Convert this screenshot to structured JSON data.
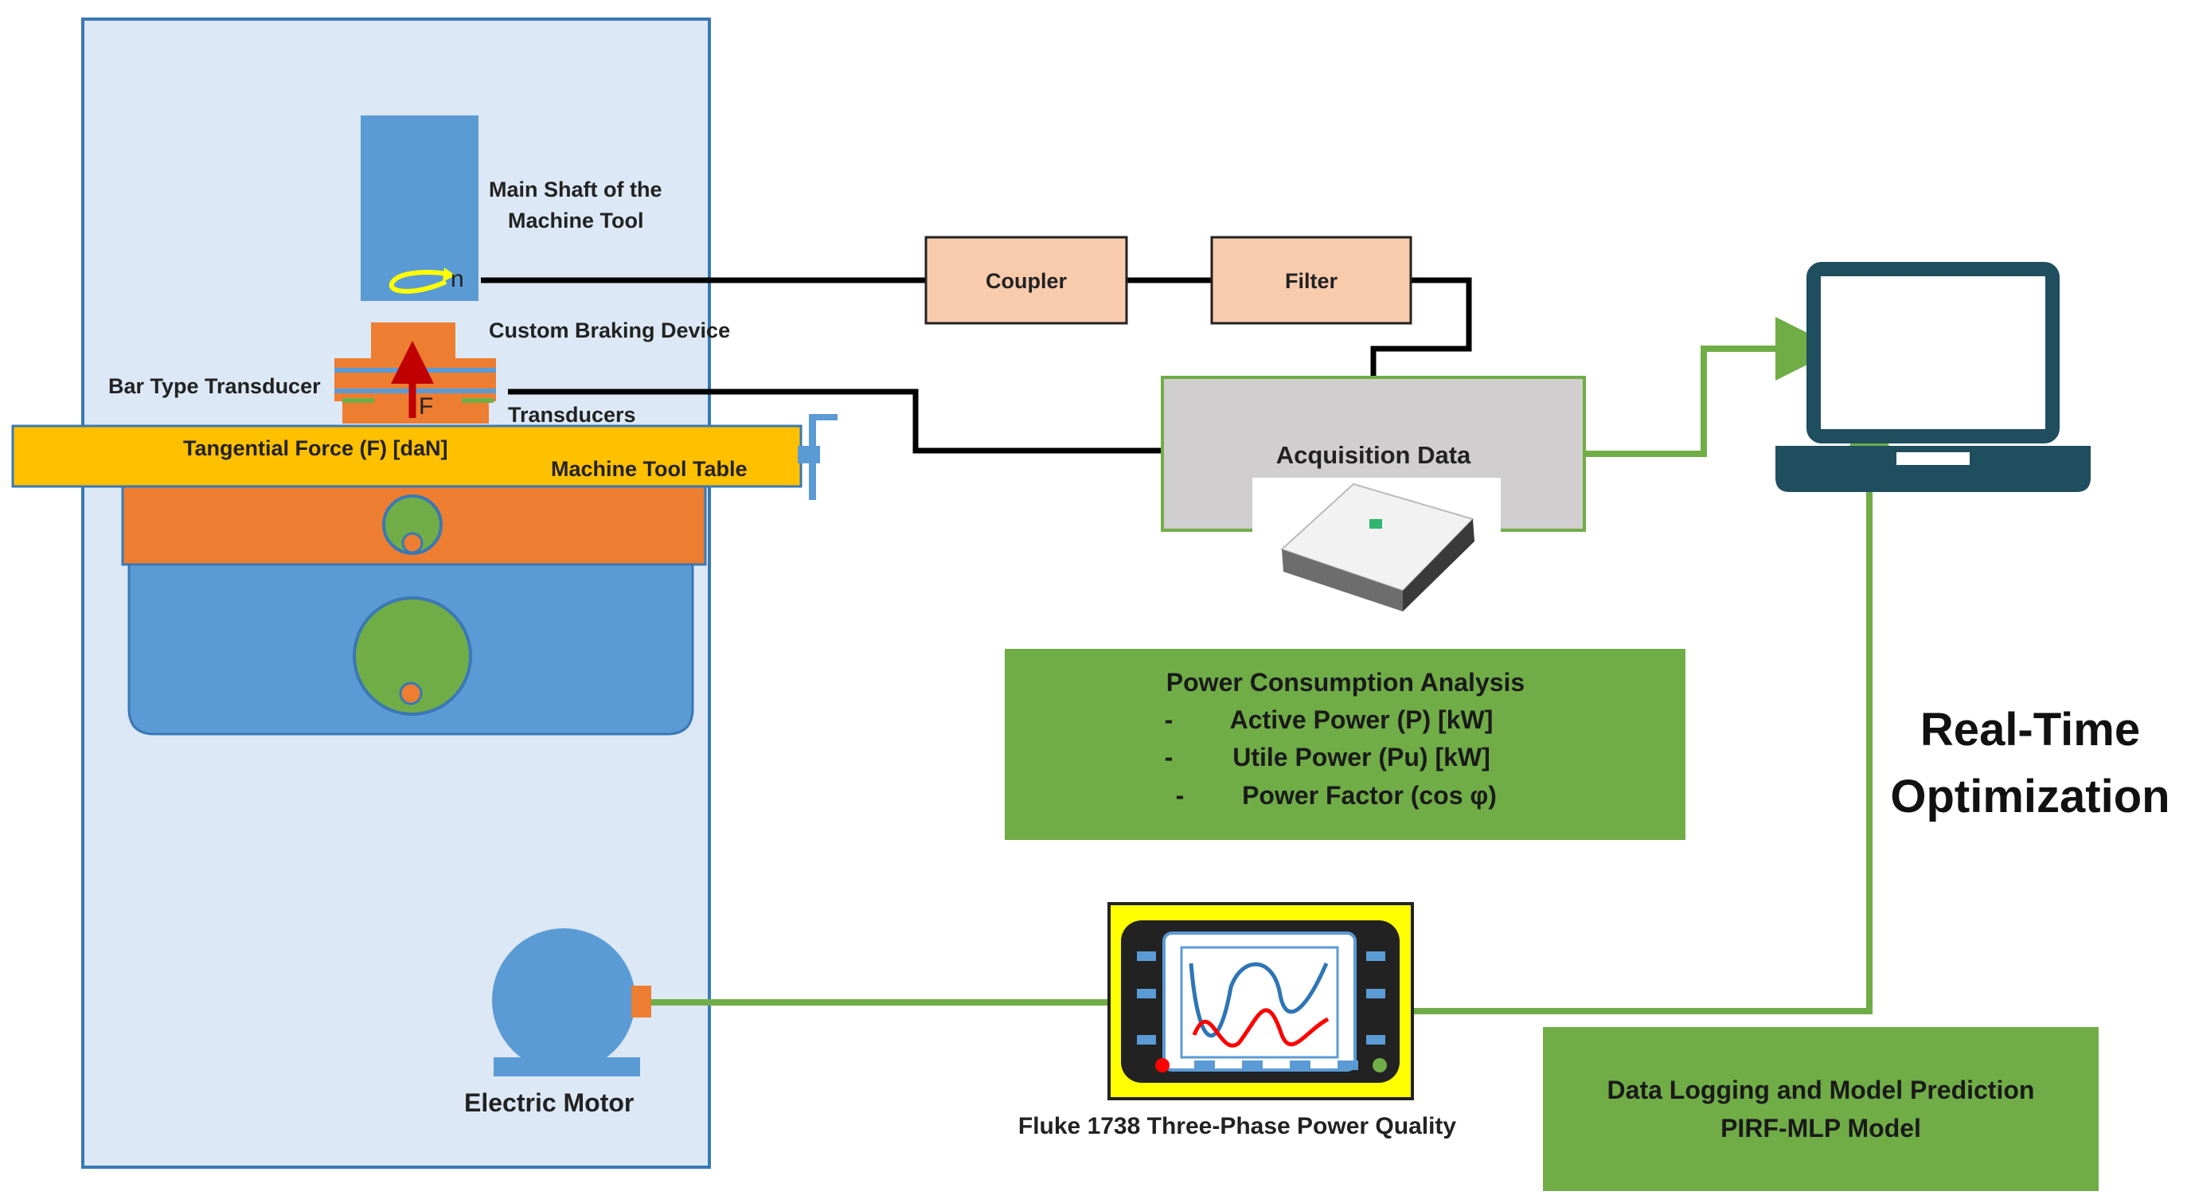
{
  "labels": {
    "main_shaft_line1": "Main Shaft of the",
    "main_shaft_line2": "Machine Tool",
    "speed_symbol": "n",
    "custom_braking": "Custom Braking Device",
    "bar_type_transducer": "Bar Type Transducer",
    "force_symbol": "F",
    "transducers": "Transducers",
    "tangential_force": "Tangential Force (F) [daN]",
    "machine_tool_table": "Machine Tool Table",
    "electric_motor": "Electric Motor",
    "coupler": "Coupler",
    "filter": "Filter",
    "acquisition": "Acquisition Data",
    "fluke": "Fluke 1738 Three-Phase Power Quality",
    "realtime_line1": "Real-Time",
    "realtime_line2": "Optimization"
  },
  "power_analysis": {
    "title": "Power Consumption Analysis",
    "items": [
      {
        "bullet": "-",
        "text": "Active Power (P) [kW]"
      },
      {
        "bullet": "-",
        "text": "Utile Power (Pu) [kW]"
      },
      {
        "bullet": "-",
        "text": "Power Factor (cos φ)"
      }
    ]
  },
  "data_logging": {
    "line1": "Data Logging and Model Prediction",
    "line2": "PIRF-MLP Model"
  },
  "colors": {
    "machine_panel": "#dce8f5",
    "machine_border": "#3a78b5",
    "blue": "#5b9bd5",
    "orange": "#ed7d31",
    "yellow_table": "#ffc000",
    "peach_box": "#f8cbad",
    "green": "#70ad47",
    "gray_box": "#d0cece",
    "laptop": "#1f4e5f",
    "wire_black": "#000000"
  }
}
